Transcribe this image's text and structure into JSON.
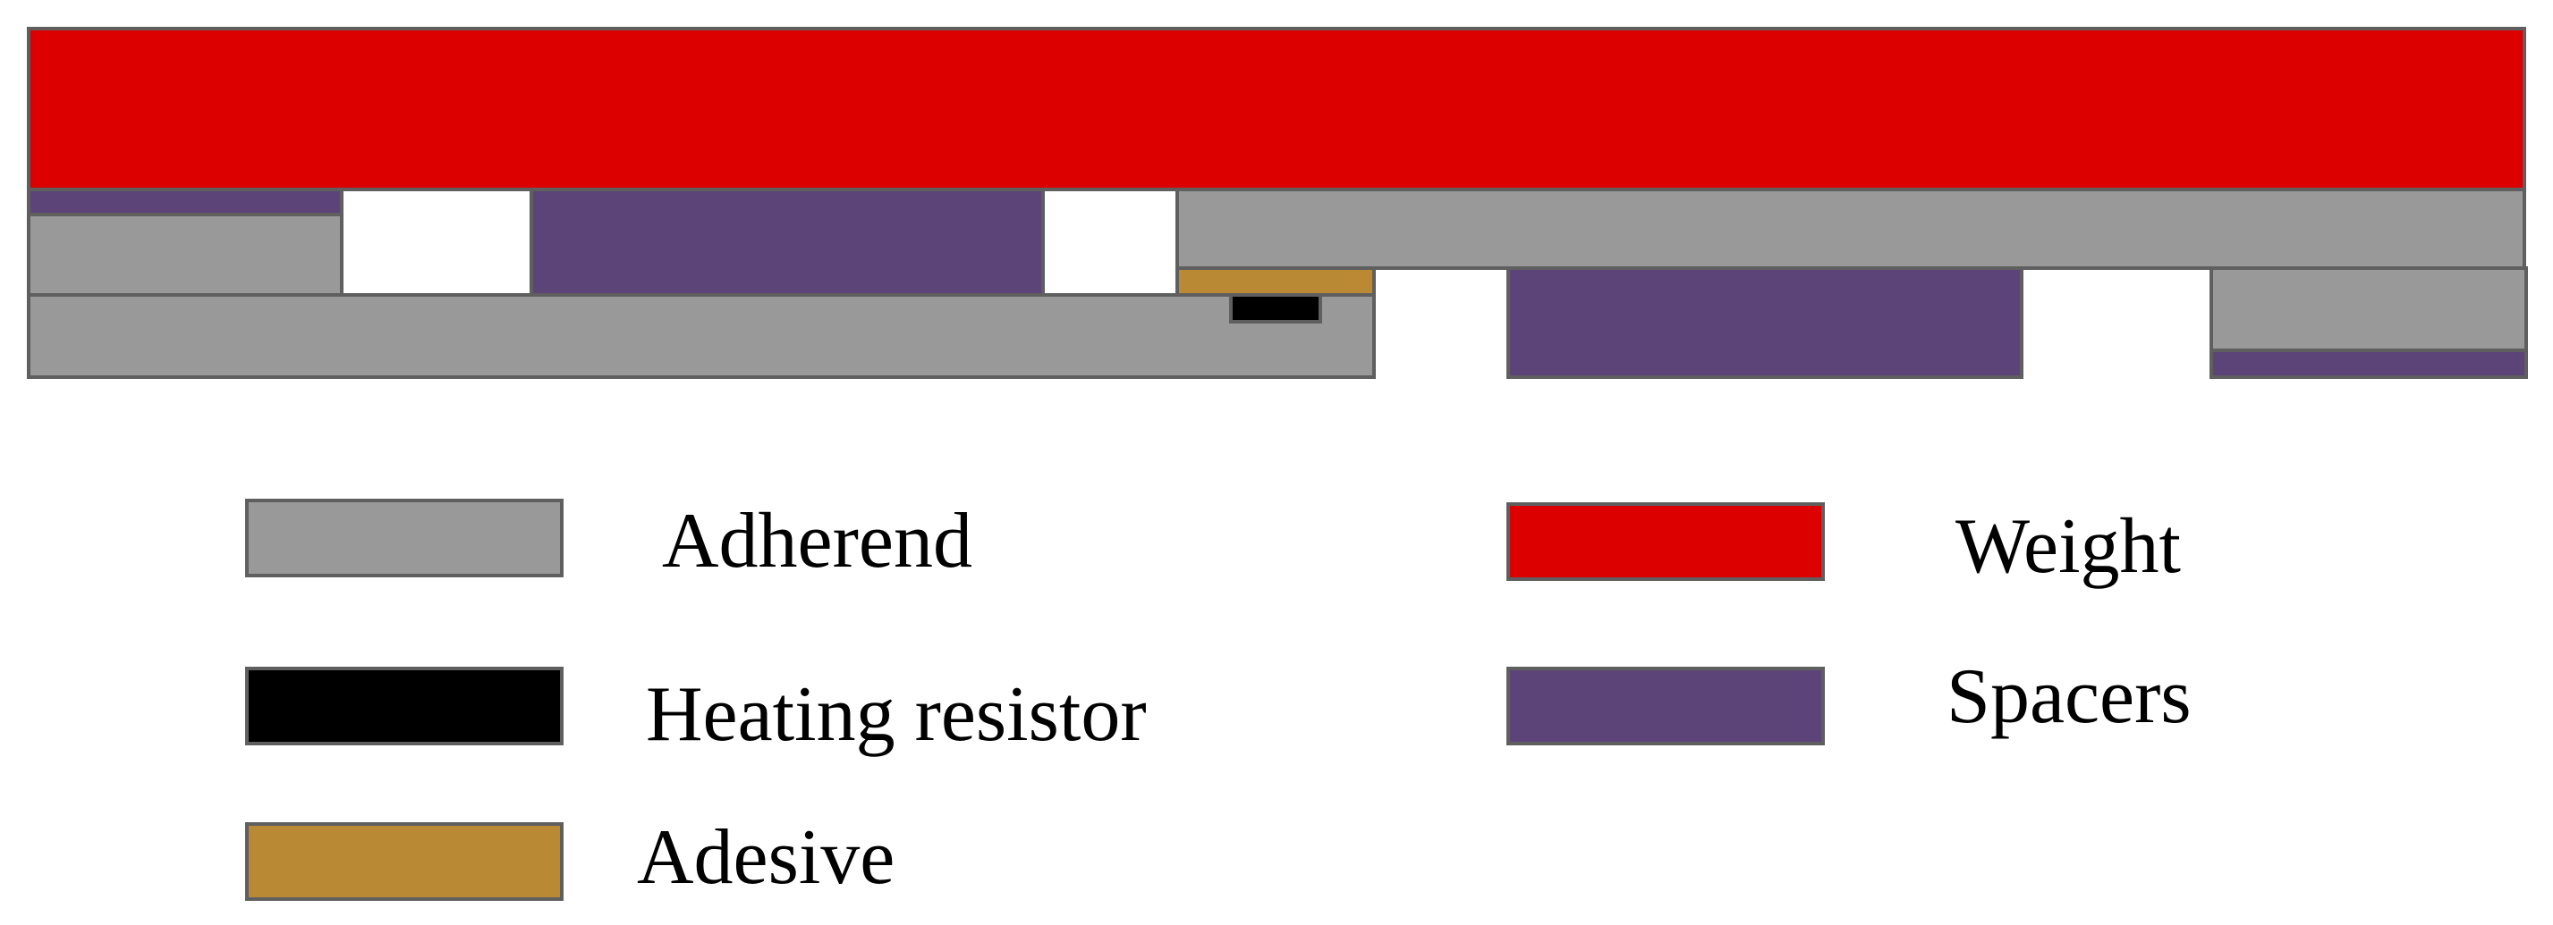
{
  "colors": {
    "adherend": "#999999",
    "heating_resistor": "#000000",
    "adhesive": "#b98a33",
    "weight": "#dd0000",
    "spacers": "#5d4478",
    "outline": "#5f5f5f"
  },
  "legend": {
    "adherend": "Adherend",
    "heating_resistor": "Heating resistor",
    "adhesive": "Adesive",
    "weight": "Weight",
    "spacers": "Spacers"
  }
}
